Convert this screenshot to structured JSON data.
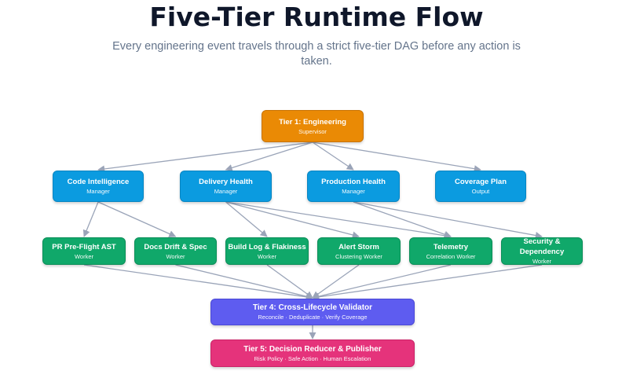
{
  "header": {
    "title": "Five-Tier Runtime Flow",
    "subtitle": "Every engineering event travels through a strict five-tier DAG before any action is taken."
  },
  "colors": {
    "tier1": "#ea8a05",
    "manager": "#0b9be0",
    "worker": "#10a86a",
    "tier4": "#5e5cf0",
    "tier5": "#e5337b",
    "edge": "#9aa4b8"
  },
  "nodes": {
    "tier1": {
      "title": "Tier 1: Engineering",
      "sub": "Supervisor"
    },
    "code_intel": {
      "title": "Code Intelligence",
      "sub": "Manager"
    },
    "delivery": {
      "title": "Delivery Health",
      "sub": "Manager"
    },
    "production": {
      "title": "Production Health",
      "sub": "Manager"
    },
    "coverage": {
      "title": "Coverage Plan",
      "sub": "Output"
    },
    "pr_ast": {
      "title": "PR Pre-Flight AST",
      "sub": "Worker"
    },
    "docs_drift": {
      "title": "Docs Drift & Spec",
      "sub": "Worker"
    },
    "build_log": {
      "title": "Build Log & Flakiness",
      "sub": "Worker"
    },
    "alert": {
      "title": "Alert Storm",
      "sub": "Clustering Worker"
    },
    "telemetry": {
      "title": "Telemetry",
      "sub": "Correlation Worker"
    },
    "security": {
      "title": "Security & Dependency",
      "sub": "Worker"
    },
    "tier4": {
      "title": "Tier 4: Cross-Lifecycle Validator",
      "sub": "Reconcile · Deduplicate · Verify Coverage"
    },
    "tier5": {
      "title": "Tier 5: Decision Reducer & Publisher",
      "sub": "Risk Policy · Safe Action · Human Escalation"
    }
  },
  "edges": [
    [
      "tier1",
      "code_intel"
    ],
    [
      "tier1",
      "delivery"
    ],
    [
      "tier1",
      "production"
    ],
    [
      "tier1",
      "coverage"
    ],
    [
      "code_intel",
      "pr_ast"
    ],
    [
      "code_intel",
      "docs_drift"
    ],
    [
      "delivery",
      "build_log"
    ],
    [
      "delivery",
      "alert"
    ],
    [
      "delivery",
      "telemetry"
    ],
    [
      "production",
      "telemetry"
    ],
    [
      "production",
      "security"
    ],
    [
      "pr_ast",
      "tier4"
    ],
    [
      "docs_drift",
      "tier4"
    ],
    [
      "build_log",
      "tier4"
    ],
    [
      "alert",
      "tier4"
    ],
    [
      "telemetry",
      "tier4"
    ],
    [
      "security",
      "tier4"
    ],
    [
      "tier4",
      "tier5"
    ]
  ]
}
